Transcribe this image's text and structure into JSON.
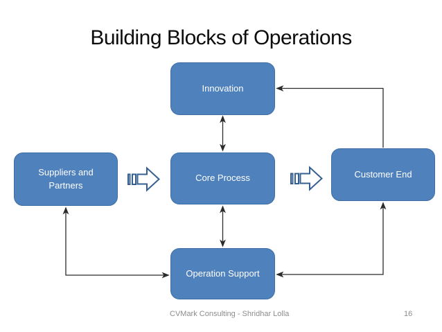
{
  "slide": {
    "title": "Building Blocks of Operations",
    "footer": {
      "credit": "CVMark Consulting - Shridhar Lolla",
      "page_number": "16"
    }
  },
  "diagram": {
    "nodes": {
      "innovation": {
        "label": "Innovation"
      },
      "suppliers": {
        "line1": "Suppliers and",
        "line2": "Partners"
      },
      "core": {
        "label": "Core Process"
      },
      "customer": {
        "label": "Customer End"
      },
      "support": {
        "label": "Operation Support"
      }
    },
    "connectors": [
      {
        "from": "innovation",
        "to": "core",
        "style": "double-arrow"
      },
      {
        "from": "core",
        "to": "support",
        "style": "double-arrow"
      },
      {
        "from": "support",
        "to": "suppliers",
        "style": "double-arrow-elbow"
      },
      {
        "from": "support",
        "to": "customer",
        "style": "double-arrow-elbow"
      },
      {
        "from": "customer",
        "to": "innovation",
        "style": "single-arrow-elbow"
      }
    ],
    "block_arrows": [
      {
        "id": "suppliers-to-core",
        "shape": "striped-right-arrow"
      },
      {
        "id": "core-to-customer",
        "shape": "striped-right-arrow"
      }
    ]
  },
  "colors": {
    "node_fill": "#4f81bd",
    "node_border": "#3c6ea5",
    "node_text": "#ffffff",
    "line": "#2b2b2b",
    "stripe": "#365f91",
    "stripe_fill": "#ffffff",
    "title_color": "#0d0d0d",
    "footer_color": "#8c8c8c",
    "bg": "#ffffff"
  }
}
